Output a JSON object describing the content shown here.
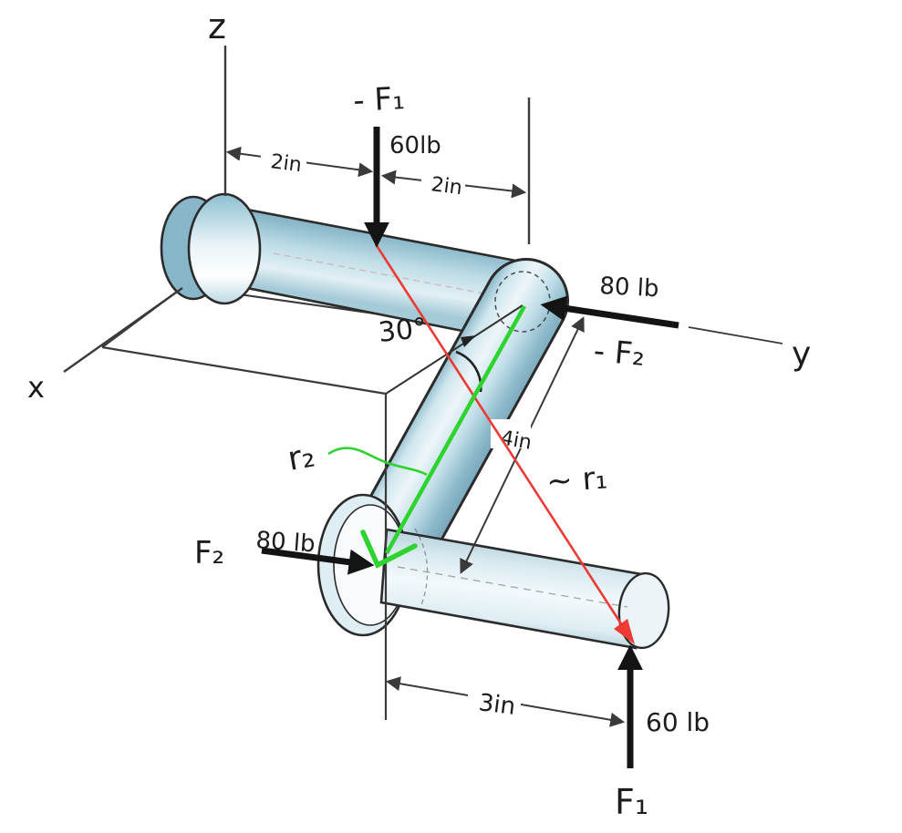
{
  "figure": {
    "type": "statics-free-body-diagram",
    "axes": {
      "x_label": "x",
      "y_label": "y",
      "z_label": "z"
    },
    "forces": {
      "neg_f1": {
        "label": "- F₁",
        "magnitude": "60lb"
      },
      "f1": {
        "label": "F₁",
        "magnitude": "60 lb"
      },
      "neg_f2": {
        "label": "- F₂",
        "magnitude": "80 lb"
      },
      "f2": {
        "label": "F₂",
        "magnitude": "80 lb"
      }
    },
    "dimensions": {
      "top_left": "2in",
      "top_right": "2in",
      "bottom": "3in",
      "arm": "4in",
      "angle": "30°"
    },
    "vectors": {
      "r1": {
        "label": "~ r₁",
        "color": "#ee3a34"
      },
      "r2": {
        "label": "r₂",
        "color": "#2fd32f"
      }
    },
    "colors": {
      "ink": "#1c1c1c",
      "annotation_line": "#3a3a3a",
      "body_teal": "#8fbdcf",
      "body_light": "#eaf4f8"
    }
  }
}
